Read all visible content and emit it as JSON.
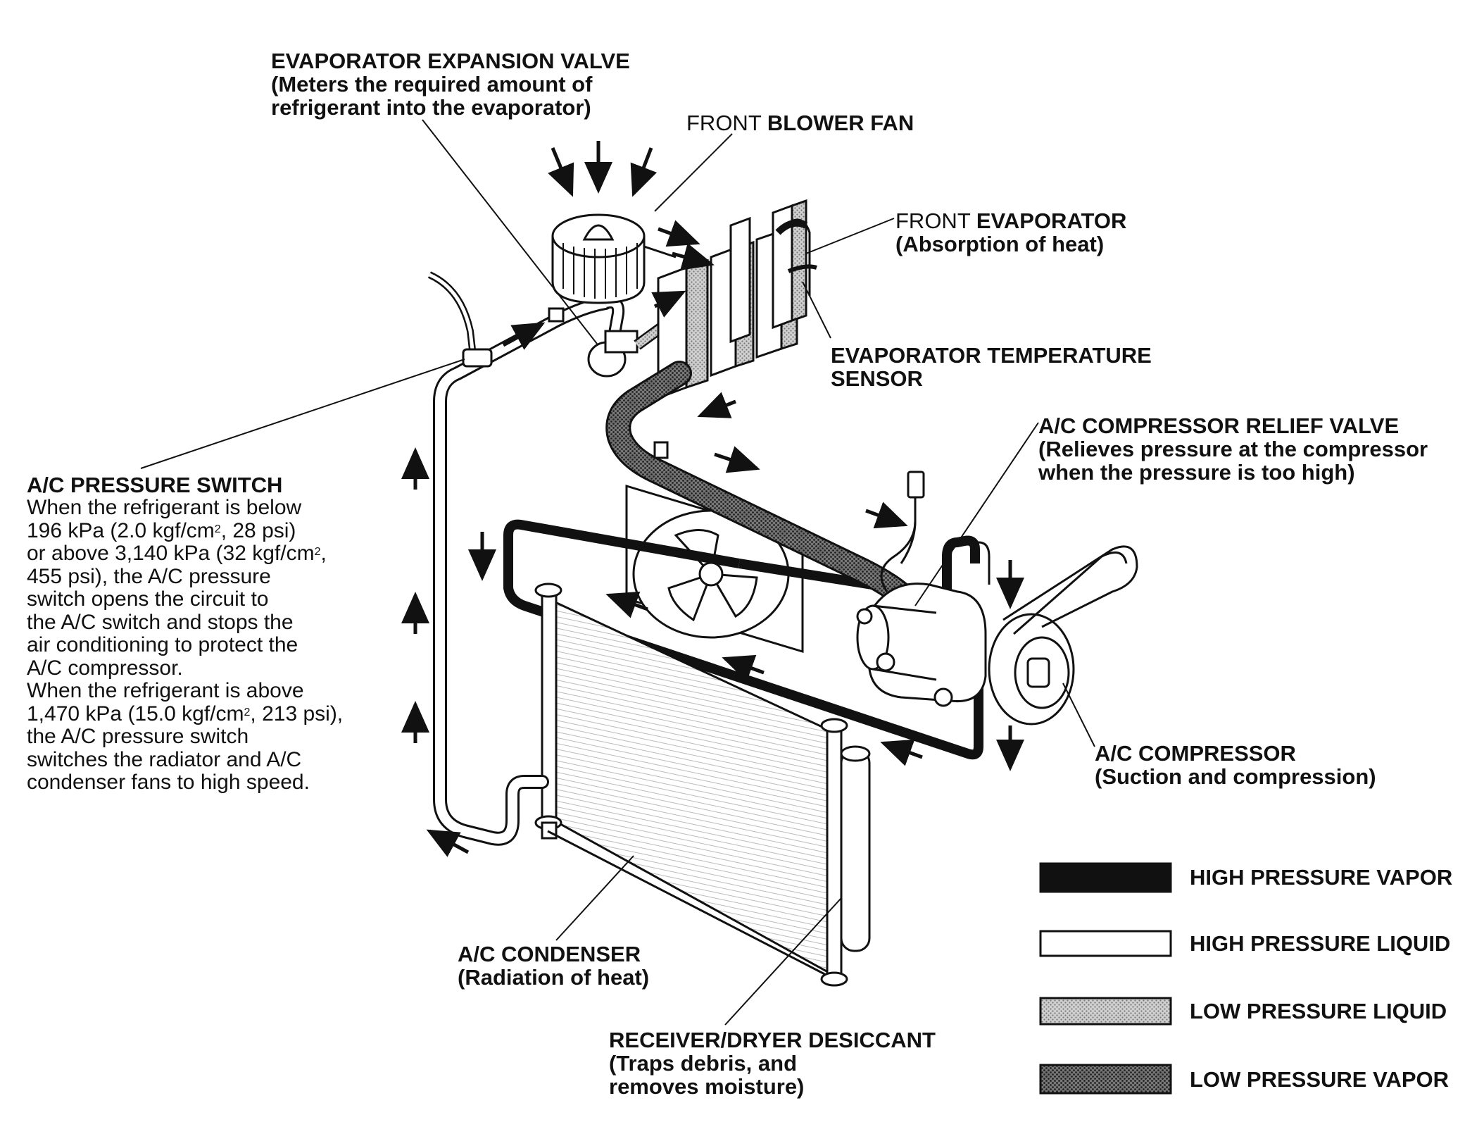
{
  "labels": {
    "expansion_valve": {
      "title": "EVAPORATOR EXPANSION VALVE",
      "desc_1": "(Meters the required amount of",
      "desc_2": "refrigerant into the evaporator)"
    },
    "blower_fan": {
      "prefix": "FRONT",
      "title": "BLOWER FAN"
    },
    "front_evaporator": {
      "prefix": "FRONT",
      "title": "EVAPORATOR",
      "desc": "(Absorption of heat)"
    },
    "temp_sensor": {
      "line_1": "EVAPORATOR TEMPERATURE",
      "line_2": "SENSOR"
    },
    "relief_valve": {
      "title": "A/C COMPRESSOR RELIEF VALVE",
      "desc_1": "(Relieves pressure at the compressor",
      "desc_2": "when the pressure is too high)"
    },
    "pressure_switch": {
      "title": "A/C PRESSURE SWITCH",
      "l1": "When the refrigerant is below",
      "l2a": "196 kPa (2.0 kgf/cm",
      "l2b": ", 28 psi)",
      "l3a": "or above 3,140 kPa (32 kgf/cm",
      "l3b": ",",
      "l4": "455 psi), the A/C pressure",
      "l5": "switch opens the circuit to",
      "l6": "the A/C switch and stops the",
      "l7": "air conditioning to protect the",
      "l8": "A/C compressor.",
      "l9": "When the refrigerant is above",
      "l10a": "1,470 kPa (15.0 kgf/cm",
      "l10b": ", 213 psi),",
      "l11": "the A/C pressure switch",
      "l12": "switches the radiator and A/C",
      "l13": "condenser fans to high speed.",
      "sup": "2"
    },
    "compressor": {
      "title": "A/C COMPRESSOR",
      "desc": "(Suction and compression)"
    },
    "condenser": {
      "title": "A/C CONDENSER",
      "desc": "(Radiation of heat)"
    },
    "receiver": {
      "title": "RECEIVER/DRYER DESICCANT",
      "desc_1": "(Traps debris, and",
      "desc_2": "removes moisture)"
    }
  },
  "legend": [
    {
      "label": "HIGH PRESSURE VAPOR",
      "swatch": "#111111"
    },
    {
      "label": "HIGH PRESSURE LIQUID",
      "swatch": "#ffffff"
    },
    {
      "label": "LOW PRESSURE LIQUID",
      "swatch": "#a8a8a8"
    },
    {
      "label": "LOW PRESSURE VAPOR",
      "swatch": "#555555"
    }
  ]
}
